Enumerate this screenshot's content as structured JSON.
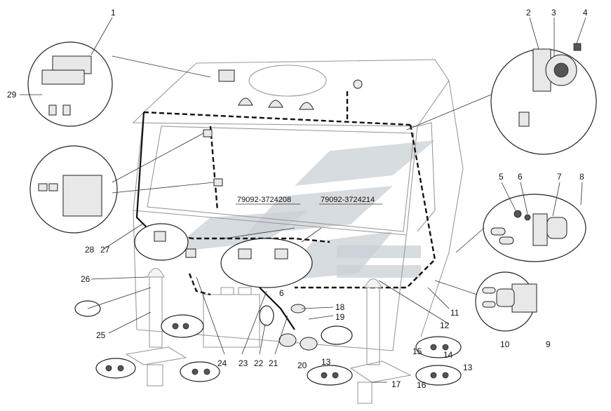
{
  "diagram": {
    "callouts": [
      {
        "id": "c1",
        "text": "1"
      },
      {
        "id": "c2",
        "text": "2"
      },
      {
        "id": "c3",
        "text": "3"
      },
      {
        "id": "c4",
        "text": "4"
      },
      {
        "id": "c5",
        "text": "5"
      },
      {
        "id": "c6",
        "text": "6"
      },
      {
        "id": "c7",
        "text": "7"
      },
      {
        "id": "c8",
        "text": "8"
      },
      {
        "id": "c9",
        "text": "9"
      },
      {
        "id": "c10",
        "text": "10"
      },
      {
        "id": "c11",
        "text": "11"
      },
      {
        "id": "c12",
        "text": "12"
      },
      {
        "id": "c13a",
        "text": "13"
      },
      {
        "id": "c13b",
        "text": "13"
      },
      {
        "id": "c14",
        "text": "14"
      },
      {
        "id": "c15",
        "text": "15"
      },
      {
        "id": "c16",
        "text": "16"
      },
      {
        "id": "c17",
        "text": "17"
      },
      {
        "id": "c18",
        "text": "18"
      },
      {
        "id": "c19",
        "text": "19"
      },
      {
        "id": "c20",
        "text": "20"
      },
      {
        "id": "c21",
        "text": "21"
      },
      {
        "id": "c22",
        "text": "22"
      },
      {
        "id": "c23",
        "text": "23"
      },
      {
        "id": "c24",
        "text": "24"
      },
      {
        "id": "c25",
        "text": "25"
      },
      {
        "id": "c26",
        "text": "26"
      },
      {
        "id": "c27",
        "text": "27"
      },
      {
        "id": "c28",
        "text": "28"
      },
      {
        "id": "c29",
        "text": "29"
      },
      {
        "id": "c6b",
        "text": "6"
      }
    ],
    "part_numbers": [
      {
        "id": "pn1",
        "text": "79092-3724208"
      },
      {
        "id": "pn2",
        "text": "79092-3724214"
      }
    ]
  }
}
